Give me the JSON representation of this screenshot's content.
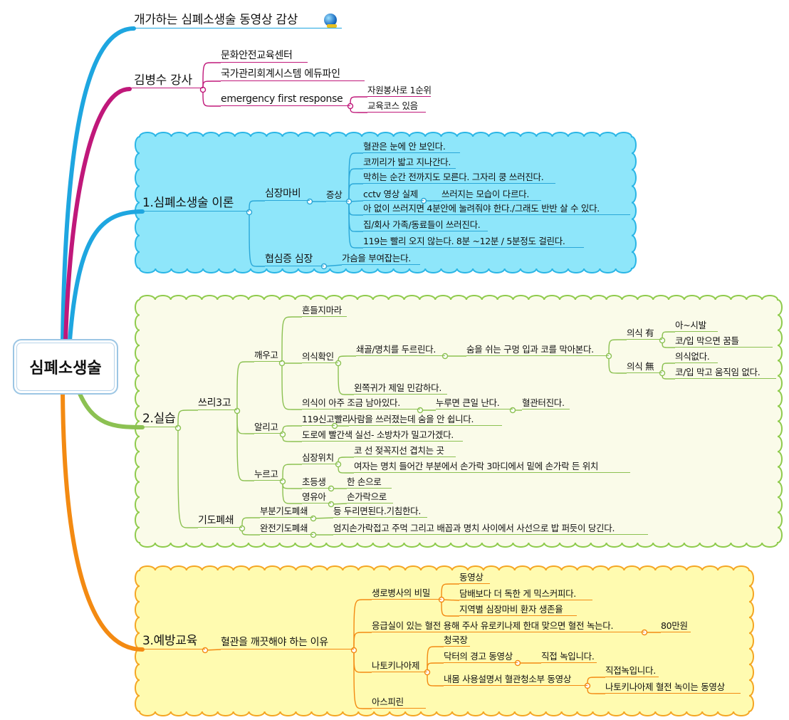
{
  "central": "심폐소생술",
  "video": {
    "label": "개가하는 심폐소생술 동영상 감상",
    "icon": "globe-icon"
  },
  "lecturer": {
    "label": "김병수 강사",
    "items": [
      "문화안전교육센터",
      "국가관리회계시스템 에듀파인",
      "emergency first response"
    ],
    "efr": [
      "자원봉사로 1순위",
      "교육코스 있음"
    ]
  },
  "theory": {
    "label": "1.심폐소생술 이론",
    "cardiac": "심장마비",
    "symptom": "증상",
    "symptoms": [
      "혈관은 눈에 안 보인다.",
      "코끼리가 밟고 지나간다.",
      "막히는 순간 전까지도 모른다. 그자리 쿵 쓰러진다.",
      "cctv 영상 실제",
      "아 없이 쓰러지면 4분안에 눌려줘야 한다./그래도 반반 살 수 있다.",
      "집/회사 가족/동료들이 쓰러진다.",
      "119는 빨리 오지 않는다. 8분 ~12분 / 5분정도 걸린다."
    ],
    "cctv_child": "쓰러지는 모습이 다르다.",
    "angina": "협심증 심장",
    "angina_child": "가슴을 부여잡는다."
  },
  "practice": {
    "label": "2.실습",
    "three": "쓰리3고",
    "wake": "깨우고",
    "shake": "흔들지마라",
    "check": "의식확인",
    "tap": "쇄골/명치를 두르린다.",
    "breath": "숨을 쉬는 구멍 입과 코를 막아본다.",
    "conscious_yes": "의식 有",
    "yes_items": [
      "아~시발",
      "코/입 막으면 꿈틀"
    ],
    "conscious_no": "의식 無",
    "no_items": [
      "의식없다.",
      "코/입 막고 움직임 없다."
    ],
    "left_ear": "왼쪽귀가 제일 민감하다.",
    "little": "의식이 아주 조금 남아있다.",
    "press_danger": "누루면 큰일 난다.",
    "vessel": "혈관터진다.",
    "notify": "알리고",
    "call": "119신고빨리",
    "call_child": "사람을 쓰러졌는데 숨을 안 쉽니다.",
    "road": "도로에 빨간색 실선- 소방차가 밀고가겠다.",
    "press": "누르고",
    "heart_pos": "심장위치",
    "heart_items": [
      "코 선 젖꼭지선 겹치는 곳",
      "여자는 명치 들어간 부분에서 손가락 3마디에서 밑에 손가락 든 위치"
    ],
    "child": "초등생",
    "child_how": "한 손으로",
    "infant": "영유아",
    "infant_how": "손가락으로",
    "airway": "기도폐쇄",
    "partial": "부분기도폐쇄",
    "partial_how": "등 두리면된다.기침한다.",
    "complete": "완전기도폐쇄",
    "complete_how": "엄지손가락접고 주먹 그리고 배꼽과 명치 사이에서 사선으로 밥 퍼듯이 당긴다."
  },
  "prevention": {
    "label": "3.예방교육",
    "reason": "혈관을 깨끗해야 하는 이유",
    "program": "생로병사의 비밀",
    "program_items": [
      "동영상",
      "담배보다 더 독한 게 믹스커피다.",
      "지역별 심장마비 환자 생존율"
    ],
    "er": "응급실이 있는 혈전 용해 주사 유로키나제 한대 맞으면 혈전 녹는다.",
    "er_price": "80만원",
    "natto": "나토키나아제",
    "natto_items": [
      "청국장",
      "닥터의 경고 동영상",
      "내몸 사용설명서 혈관청소부 동영상"
    ],
    "doctor_child": "직접 녹입니다.",
    "body_items": [
      "직접녹입니다.",
      "나토키나아제 혈전 녹이는 동영상"
    ],
    "aspirin": "아스피린"
  },
  "colors": {
    "blue": "#1ea6e0",
    "magenta": "#c0187a",
    "green": "#8cc152",
    "orange": "#f38a12",
    "blue_cloud": "#8ee6fa",
    "green_cloud": "#fafbe9",
    "orange_cloud": "#fffbb0"
  }
}
